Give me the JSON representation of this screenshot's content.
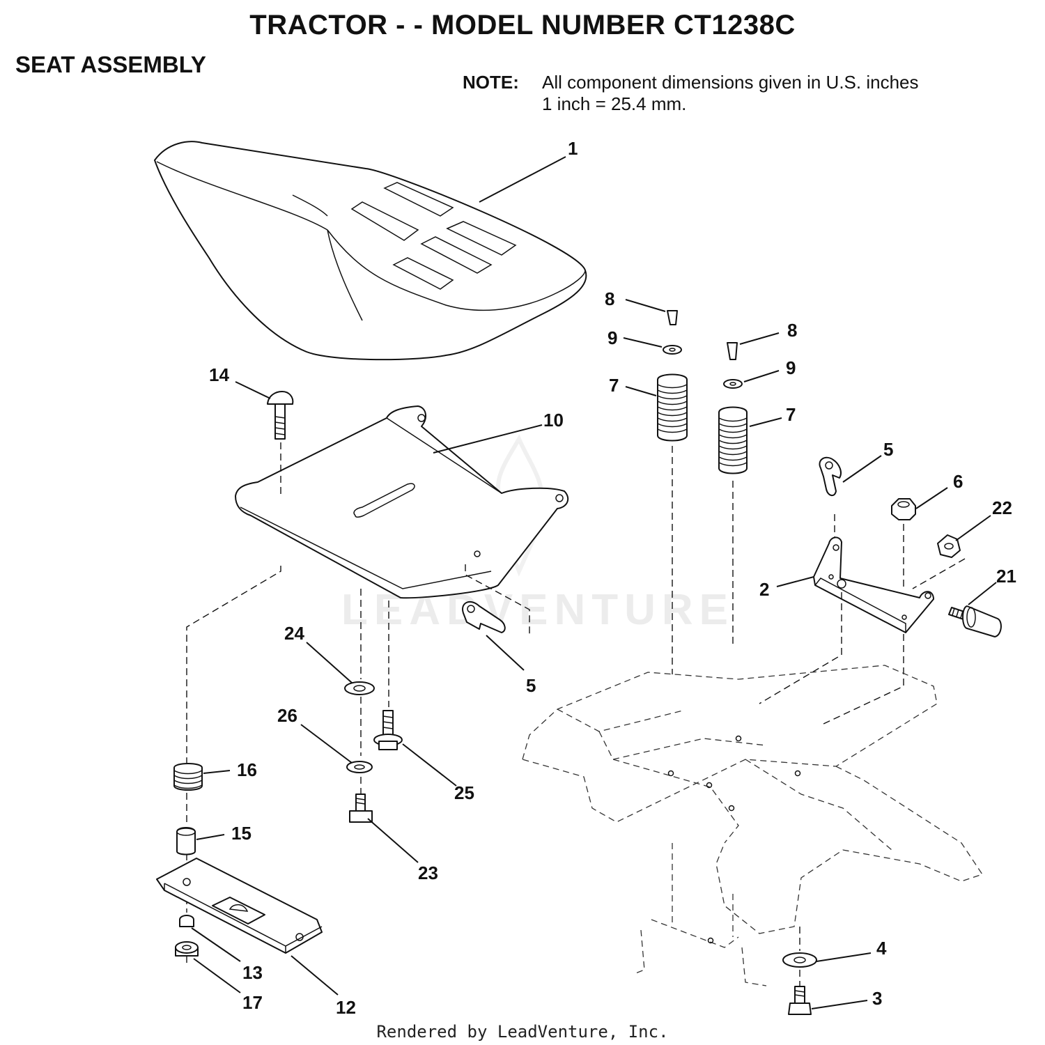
{
  "header": {
    "title": "TRACTOR - - MODEL NUMBER CT1238C",
    "section": "SEAT ASSEMBLY"
  },
  "note": {
    "label": "NOTE:",
    "line1": "All component dimensions given in U.S. inches",
    "line2": "1 inch = 25.4 mm."
  },
  "callouts": {
    "seat": "1",
    "seat_bracket": "2",
    "bolt_3": "3",
    "washer_4": "4",
    "clip_5_upper": "5",
    "clip_5_lower": "5",
    "nut_6": "6",
    "spring_7_left": "7",
    "spring_7_right": "7",
    "screw_8_left": "8",
    "screw_8_right": "8",
    "washer_9_left": "9",
    "washer_9_right": "9",
    "seat_pan": "10",
    "plate_12": "12",
    "nut_13": "13",
    "carriage_bolt_14": "14",
    "spacer_15": "15",
    "spring_16": "16",
    "nut_17": "17",
    "bolt_21": "21",
    "nut_22": "22",
    "bolt_23": "23",
    "washer_24": "24",
    "bolt_25": "25",
    "washer_26": "26"
  },
  "watermark": "LEADVENTURE",
  "footer": "Rendered by LeadVenture, Inc."
}
